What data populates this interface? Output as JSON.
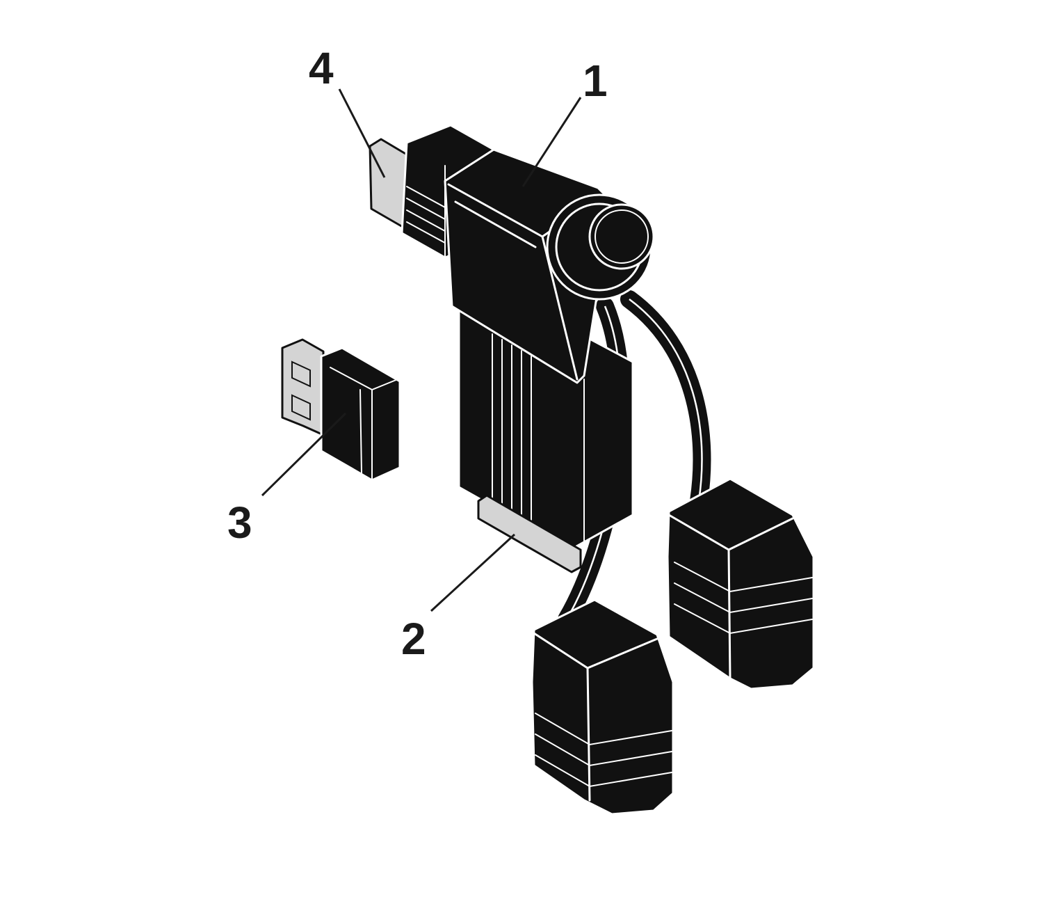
{
  "callouts": [
    {
      "id": "1",
      "label": "1",
      "part": "adapter-housing"
    },
    {
      "id": "2",
      "label": "2",
      "part": "bottom-plug"
    },
    {
      "id": "3",
      "label": "3",
      "part": "usb-receiver"
    },
    {
      "id": "4",
      "label": "4",
      "part": "top-plug"
    }
  ],
  "colors": {
    "ink": "#111111",
    "plug_metal": "#d4d4d4",
    "background": "#ffffff"
  }
}
